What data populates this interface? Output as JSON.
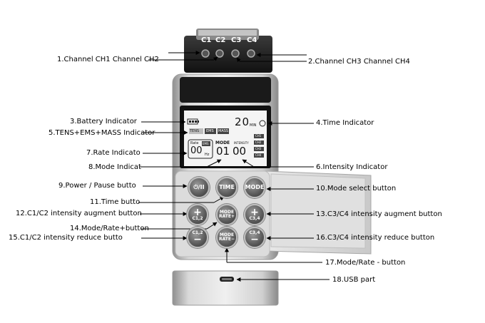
{
  "top_connector": {
    "ports": [
      "C1",
      "C2",
      "C3",
      "C4"
    ]
  },
  "lcd": {
    "time_value": "20",
    "time_unit": "MIN",
    "modes": [
      "TENS",
      "EMS",
      "MASS"
    ],
    "rate_label": "Rate",
    "rate_badge": "EMS",
    "rate_value": "00",
    "rate_unit": "Hz",
    "mode_label": "MODE",
    "mode_value": "01",
    "intensity_label": "INTENSITY",
    "intensity_value": "00",
    "channels": [
      "CH1",
      "CH2",
      "CH3",
      "CH4"
    ]
  },
  "buttons": {
    "power_symbol": "⏻/II",
    "time": "TIME",
    "mode": "MODE",
    "c12_plus": "C1,2",
    "c34_plus": "C3,4",
    "c12_minus": "C1,2",
    "c34_minus": "C3,4",
    "mode_rate_top": "MODE",
    "mode_rate_bottom": "RATE"
  },
  "labels": {
    "l1": "1.Channel CH1 Channel CH2",
    "l2": "2.Channel CH3 Channel CH4",
    "l3": "3.Battery Indicator",
    "l4": "4.Time Indicator",
    "l5": "5.TENS+EMS+MASS Indicator",
    "l6": "6.Intensity Indicator",
    "l7": "7.Rate Indicato",
    "l8": "8.Mode Indicat",
    "l9": "9.Power / Pause butto",
    "l10": "10.Mode select button",
    "l11": "11.Time butto",
    "l12": "12.C1/C2 intensity augment button",
    "l13": "13.C3/C4 intensity augment button",
    "l14": "14.Mode/Rate+button",
    "l15": "15.C1/C2 intensity reduce butto",
    "l16": "16.C3/C4 intensity reduce button",
    "l17": "17.Mode/Rate - button",
    "l18": "18.USB part"
  }
}
